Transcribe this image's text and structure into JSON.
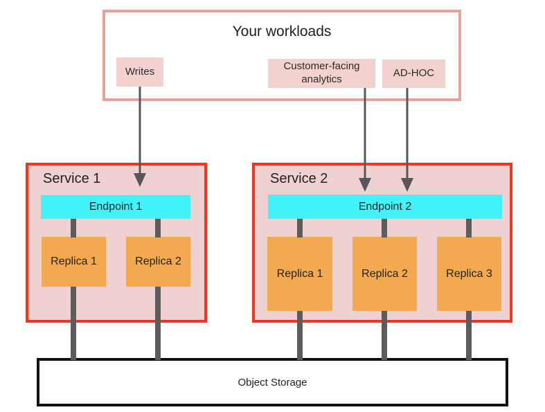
{
  "diagram": {
    "workloads": {
      "title": "Your workloads",
      "items": [
        {
          "label": "Writes"
        },
        {
          "label": "Customer-facing analytics"
        },
        {
          "label": "AD-HOC"
        }
      ]
    },
    "services": [
      {
        "name": "Service 1",
        "endpoint": "Endpoint 1",
        "replicas": [
          "Replica 1",
          "Replica 2"
        ]
      },
      {
        "name": "Service 2",
        "endpoint": "Endpoint 2",
        "replicas": [
          "Replica 1",
          "Replica 2",
          "Replica 3"
        ]
      }
    ],
    "storage": {
      "label": "Object Storage"
    },
    "colors": {
      "workloads_border": "#e9a19e",
      "workload_item_fill": "#f3d1ce",
      "service_border": "#f43422",
      "service_fill": "#f0d1d1",
      "endpoint_fill": "#41f3f9",
      "replica_fill": "#f3a94f",
      "connector_gray": "#5c5c5c",
      "arrow_gray": "#575757",
      "storage_border": "#111111"
    }
  }
}
